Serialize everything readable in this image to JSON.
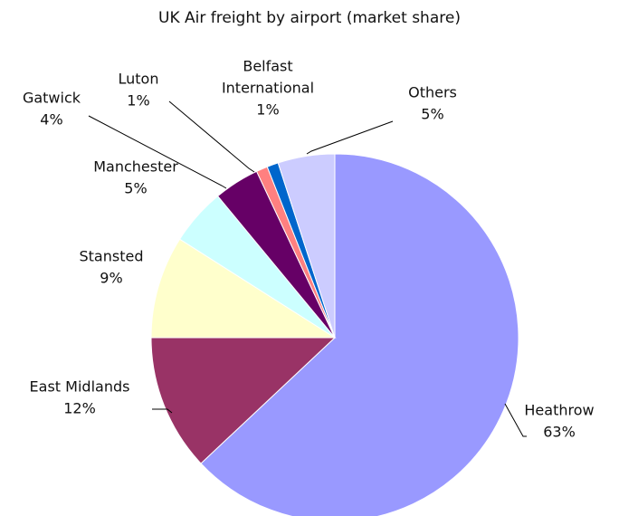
{
  "chart_data": {
    "type": "pie",
    "title": "UK Air freight by airport (market share)",
    "start_angle_deg": 0,
    "direction": "clockwise",
    "slices": [
      {
        "name": "Heathrow",
        "label_lines": [
          "Heathrow"
        ],
        "value": 63,
        "percent_label": "63%",
        "color": "#9999ff"
      },
      {
        "name": "East Midlands",
        "label_lines": [
          "East Midlands"
        ],
        "value": 12,
        "percent_label": "12%",
        "color": "#993366"
      },
      {
        "name": "Stansted",
        "label_lines": [
          "Stansted"
        ],
        "value": 9,
        "percent_label": "9%",
        "color": "#ffffcc"
      },
      {
        "name": "Manchester",
        "label_lines": [
          "Manchester"
        ],
        "value": 5,
        "percent_label": "5%",
        "color": "#ccffff"
      },
      {
        "name": "Gatwick",
        "label_lines": [
          "Gatwick"
        ],
        "value": 4,
        "percent_label": "4%",
        "color": "#660066"
      },
      {
        "name": "Luton",
        "label_lines": [
          "Luton"
        ],
        "value": 1,
        "percent_label": "1%",
        "color": "#ff8080"
      },
      {
        "name": "Belfast International",
        "label_lines": [
          "Belfast",
          "International"
        ],
        "value": 1,
        "percent_label": "1%",
        "color": "#0066cc"
      },
      {
        "name": "Others",
        "label_lines": [
          "Others"
        ],
        "value": 5,
        "percent_label": "5%",
        "color": "#ccccff"
      }
    ]
  }
}
